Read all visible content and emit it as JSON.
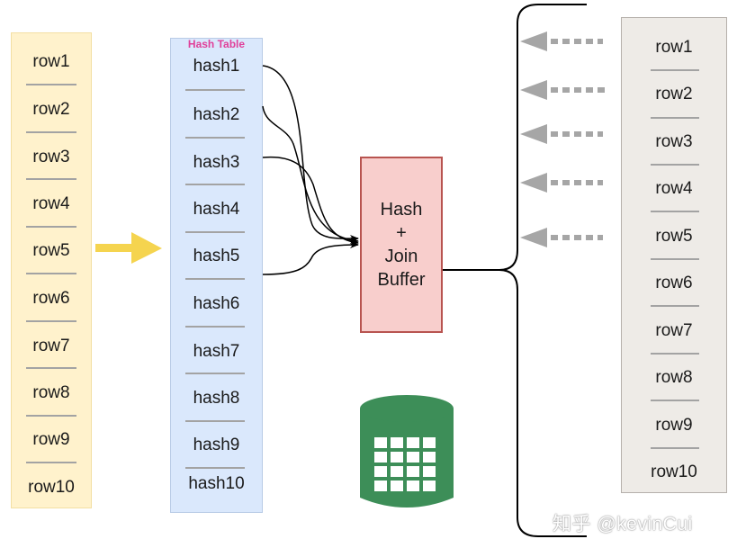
{
  "left_table": {
    "rows": [
      "row1",
      "row2",
      "row3",
      "row4",
      "row5",
      "row6",
      "row7",
      "row8",
      "row9",
      "row10"
    ]
  },
  "hash_table": {
    "title": "Hash Table",
    "rows": [
      "hash1",
      "hash2",
      "hash3",
      "hash4",
      "hash5",
      "hash6",
      "hash7",
      "hash8",
      "hash9",
      "hash10"
    ]
  },
  "join_box": {
    "lines": [
      "Hash",
      "+",
      "Join",
      "Buffer"
    ]
  },
  "right_table": {
    "rows": [
      "row1",
      "row2",
      "row3",
      "row4",
      "row5",
      "row6",
      "row7",
      "row8",
      "row9",
      "row10"
    ]
  },
  "watermark": "知乎 @kevinCui",
  "colors": {
    "left_fill": "#fff2cc",
    "hash_fill": "#dae8fc",
    "hash_title": "#e0409a",
    "join_fill": "#f8cecc",
    "join_border": "#b85450",
    "right_fill": "#eeebe7",
    "yellow_arrow": "#f5d44f",
    "gray_arrow": "#a6a6a6",
    "database": "#3d8e58"
  }
}
